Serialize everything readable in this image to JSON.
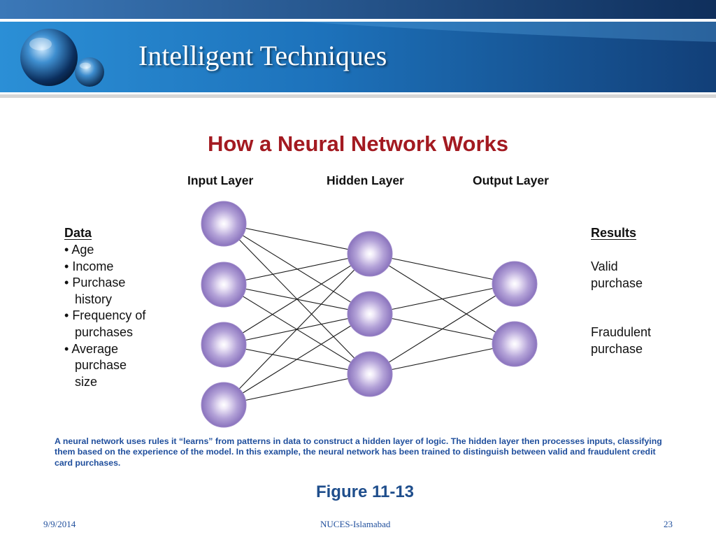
{
  "slide": {
    "title": "Intelligent Techniques"
  },
  "figure": {
    "title": "How a Neural Network Works",
    "layers": {
      "input": "Input Layer",
      "hidden": "Hidden Layer",
      "output": "Output Layer"
    },
    "data": {
      "heading": "Data",
      "items": [
        "Age",
        "Income",
        "Purchase history",
        "Frequency of purchases",
        "Average purchase size"
      ]
    },
    "results": {
      "heading": "Results",
      "items": [
        "Valid purchase",
        "Fraudulent purchase"
      ]
    },
    "network": {
      "input_nodes": 4,
      "hidden_nodes": 3,
      "output_nodes": 2,
      "node_color": "#9d88c9"
    },
    "caption": "A neural network uses rules it “learns” from patterns in data to construct a hidden layer of logic. The hidden layer then processes inputs, classifying them based on the experience of the model. In this example, the neural network has been trained to distinguish between valid and fraudulent credit card purchases.",
    "number": "Figure 11-13"
  },
  "footer": {
    "date": "9/9/2014",
    "center": "NUCES-Islamabad",
    "page": "23"
  },
  "colors": {
    "title_red": "#a31a21",
    "caption_blue": "#1f4e9c",
    "header_blue": "#1a6db3"
  }
}
